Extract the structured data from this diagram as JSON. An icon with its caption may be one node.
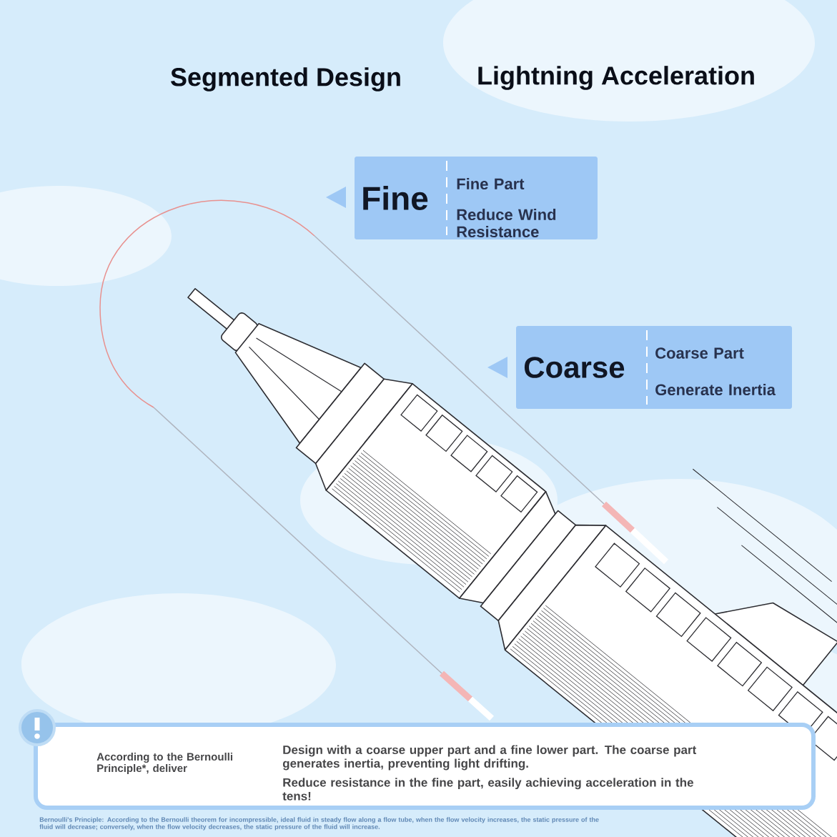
{
  "diagram": {
    "nodes": [
      {
        "text": [
          "Fine",
          "Fine Part",
          "Reduce Wind Resistance"
        ]
      },
      {
        "text": [
          "Coarse",
          "Coarse Part",
          "Generate Inertia"
        ]
      },
      {
        "text": [
          "According to the Bernoulli Principle*, deliver",
          "Design with a coarse upper part and a fine lower part. The coarse part generates inertia, preventing light drifting.",
          "Reduce resistance in the fine part, easily achieving acceleration in the tens!"
        ]
      }
    ],
    "labels": [
      "Segmented Design",
      "Lightning Acceleration"
    ],
    "caption": "Bernoulli's Principle: According to the Bernoulli theorem for incompressible, ideal fluid in steady flow along a flow tube, when the flow velocity increases, the static pressure of the fluid will decrease; conversely, when the flow velocity decreases, the static pressure of the fluid will increase."
  }
}
